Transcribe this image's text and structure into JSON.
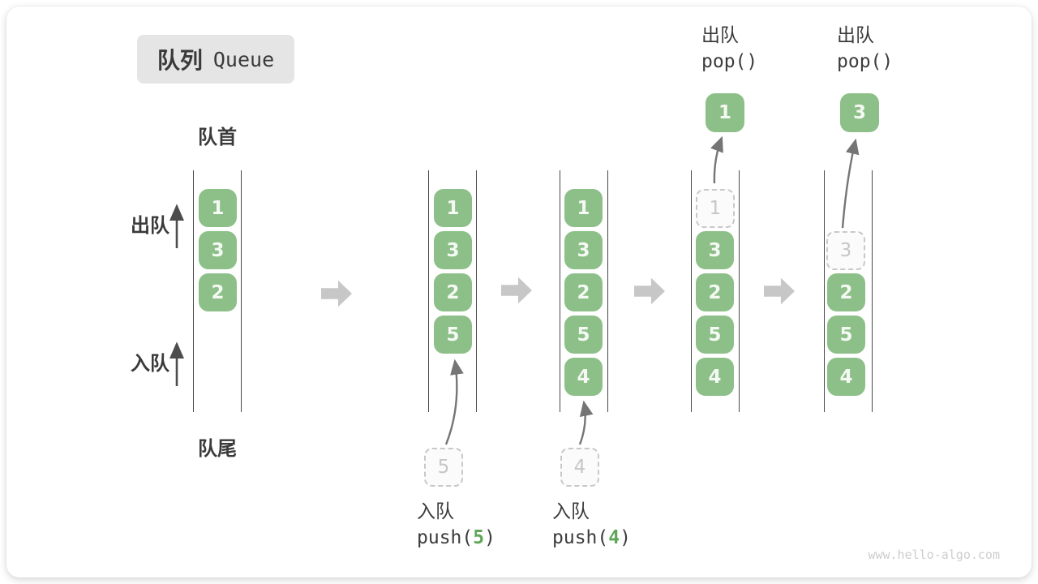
{
  "title": {
    "zh": "队列",
    "en": "Queue"
  },
  "side_labels": {
    "front": "队首",
    "rear": "队尾",
    "dequeue": "出队",
    "enqueue": "入队"
  },
  "states": [
    {
      "items": [
        "1",
        "3",
        "2"
      ]
    },
    {
      "items": [
        "1",
        "3",
        "2",
        "5"
      ],
      "incoming": "5"
    },
    {
      "items": [
        "1",
        "3",
        "2",
        "5",
        "4"
      ],
      "incoming": "4"
    },
    {
      "items": [
        "3",
        "2",
        "5",
        "4"
      ],
      "ghost": "1",
      "popped": "1"
    },
    {
      "items": [
        "2",
        "5",
        "4"
      ],
      "ghost": "3",
      "popped": "3"
    }
  ],
  "operations": {
    "push5": {
      "label": "入队",
      "code_pre": "push(",
      "arg": "5",
      "code_post": ")"
    },
    "push4": {
      "label": "入队",
      "code_pre": "push(",
      "arg": "4",
      "code_post": ")"
    },
    "pop1": {
      "label": "出队",
      "code": "pop()"
    },
    "pop2": {
      "label": "出队",
      "code": "pop()"
    }
  },
  "watermark": "www.hello-algo.com",
  "colors": {
    "item_green": "#8dc088",
    "code_arg_green": "#5fa657",
    "flow_arrow_gray": "#c7c7c7",
    "rail_line": "#4a4a4a",
    "ghost_gray": "#c8c8c8"
  }
}
